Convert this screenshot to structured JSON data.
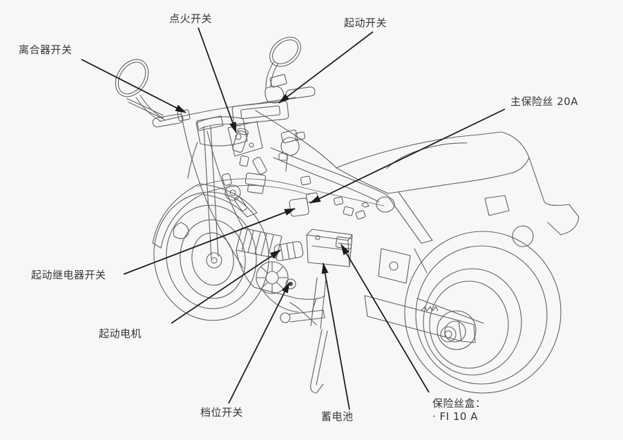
{
  "figure": {
    "type": "technical-diagram",
    "subject": "motorcycle electric starter system component locations",
    "background_color": "#f7f7f7",
    "illustration_line_color": "#5f5f5f",
    "arrow_color": "#1c1c1c",
    "text_color": "#343434"
  },
  "callouts": {
    "clutch_switch": {
      "label": "离合器开关"
    },
    "ignition_switch": {
      "label": "点火开关"
    },
    "starter_switch": {
      "label": "起动开关"
    },
    "main_fuse": {
      "label": "主保险丝 20A"
    },
    "starter_relay_switch": {
      "label": "起动继电器开关"
    },
    "starter_motor": {
      "label": "起动电机"
    },
    "gear_position_switch": {
      "label": "档位开关"
    },
    "battery": {
      "label": "蓄电池"
    },
    "fuse_box": {
      "label_line1": "保险丝盒：",
      "label_line2": "· FI 10 A"
    }
  }
}
